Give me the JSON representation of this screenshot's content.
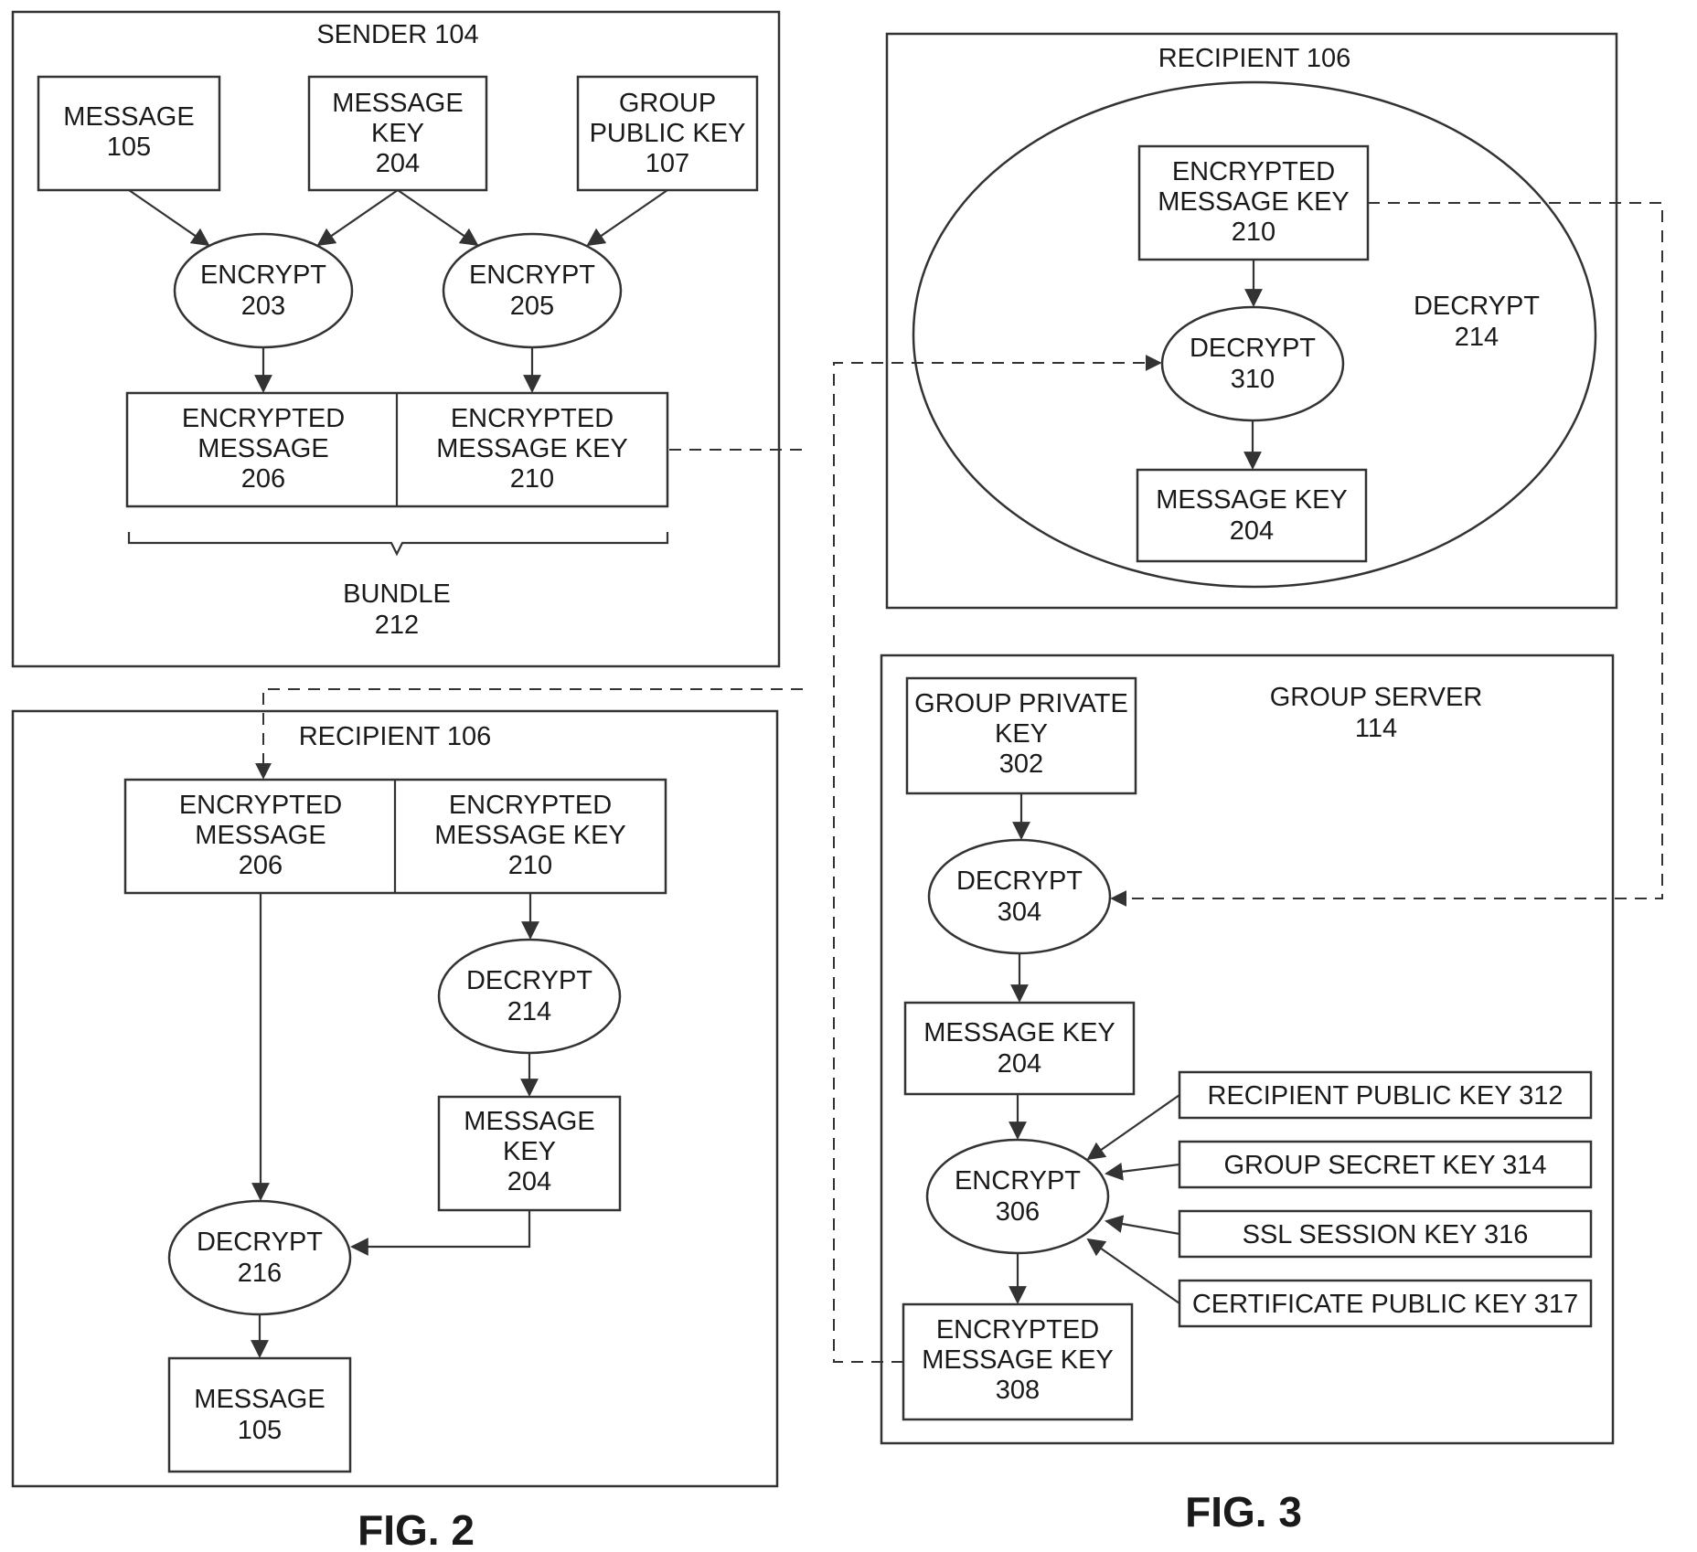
{
  "fig2": {
    "caption": "FIG. 2",
    "sender": {
      "title": "SENDER 104",
      "message": [
        "MESSAGE",
        "105"
      ],
      "message_key": [
        "MESSAGE",
        "KEY",
        "204"
      ],
      "group_public_key": [
        "GROUP",
        "PUBLIC KEY",
        "107"
      ],
      "encrypt_a": [
        "ENCRYPT",
        "203"
      ],
      "encrypt_b": [
        "ENCRYPT",
        "205"
      ],
      "encrypted_message": [
        "ENCRYPTED",
        "MESSAGE",
        "206"
      ],
      "encrypted_message_key": [
        "ENCRYPTED",
        "MESSAGE KEY",
        "210"
      ],
      "bundle": [
        "BUNDLE",
        "212"
      ]
    },
    "recipient": {
      "title": "RECIPIENT 106",
      "encrypted_message": [
        "ENCRYPTED",
        "MESSAGE",
        "206"
      ],
      "encrypted_message_key": [
        "ENCRYPTED",
        "MESSAGE KEY",
        "210"
      ],
      "decrypt_a": [
        "DECRYPT",
        "214"
      ],
      "message_key": [
        "MESSAGE",
        "KEY",
        "204"
      ],
      "decrypt_b": [
        "DECRYPT",
        "216"
      ],
      "message": [
        "MESSAGE",
        "105"
      ]
    }
  },
  "fig3": {
    "caption": "FIG. 3",
    "recipient": {
      "title": "RECIPIENT 106",
      "encrypted_message_key": [
        "ENCRYPTED",
        "MESSAGE KEY",
        "210"
      ],
      "decrypt_label": [
        "DECRYPT",
        "214"
      ],
      "decrypt": [
        "DECRYPT",
        "310"
      ],
      "message_key": [
        "MESSAGE KEY",
        "204"
      ]
    },
    "group_server": {
      "title": [
        "GROUP SERVER",
        "114"
      ],
      "group_private_key": [
        "GROUP PRIVATE",
        "KEY",
        "302"
      ],
      "decrypt": [
        "DECRYPT",
        "304"
      ],
      "message_key": [
        "MESSAGE KEY",
        "204"
      ],
      "encrypt": [
        "ENCRYPT",
        "306"
      ],
      "encrypted_message_key": [
        "ENCRYPTED",
        "MESSAGE KEY",
        "308"
      ],
      "keys": [
        "RECIPIENT PUBLIC KEY 312",
        "GROUP SECRET KEY 314",
        "SSL SESSION KEY 316",
        "CERTIFICATE PUBLIC KEY 317"
      ]
    }
  }
}
